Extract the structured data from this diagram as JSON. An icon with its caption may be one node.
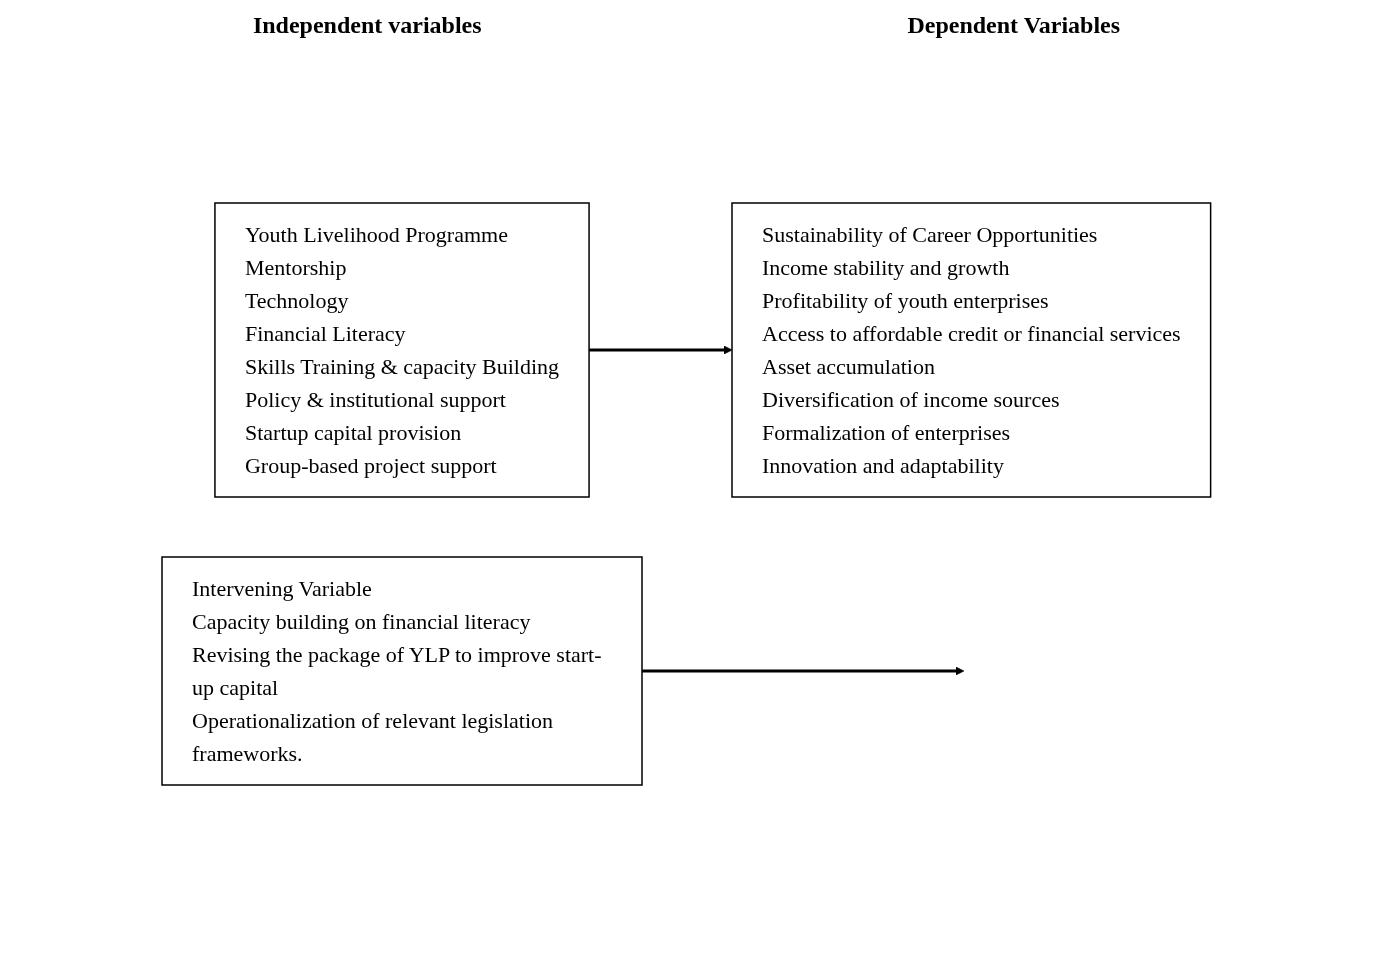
{
  "diagram": {
    "nodes": [
      {
        "text": [
          "Youth Livelihood Programme",
          "Mentorship",
          "Technology",
          "Financial Literacy",
          "Skills Training & capacity Building",
          "Policy & institutional support",
          "Startup capital provision",
          "Group-based project support"
        ]
      },
      {
        "text": [
          "Sustainability of Career Opportunities",
          "Income stability and growth",
          "Profitability of youth enterprises",
          "Access to affordable credit or financial services",
          "Asset accumulation",
          "Diversification of income sources",
          "Formalization of enterprises",
          "Innovation and adaptability"
        ]
      },
      {
        "text": [
          "Intervening Variable",
          "Capacity building on financial literacy",
          "Revising the package of YLP to improve start-up capital",
          "Operationalization of relevant legislation frameworks."
        ]
      }
    ],
    "edges": [
      {
        "from": 0,
        "to": 1,
        "arrow": "to"
      },
      {
        "from": 2,
        "to": null,
        "arrow": "to"
      }
    ],
    "labels": [
      "Independent variables",
      "Dependent Variables"
    ]
  }
}
